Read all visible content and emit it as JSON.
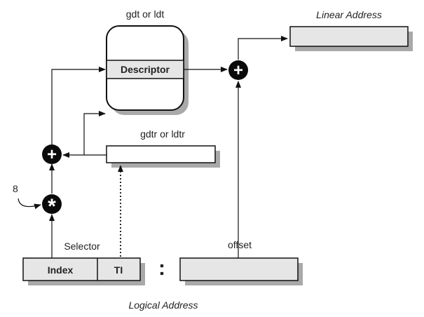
{
  "labels": {
    "gdt_or_ldt": "gdt or ldt",
    "descriptor": "Descriptor",
    "linear_address": "Linear Address",
    "gdtr_or_ldtr": "gdtr or ldtr",
    "eight": "8",
    "selector": "Selector",
    "index": "Index",
    "ti": "TI",
    "offset": "offset",
    "logical_address": "Logical Address"
  },
  "operators": {
    "add": "+",
    "multiply": "*",
    "colon": ":"
  },
  "colors": {
    "box_fill": "#e6e6e6",
    "shadow": "#a9a9a9",
    "stroke": "#111111",
    "operator_fill": "#0a0a0a"
  }
}
